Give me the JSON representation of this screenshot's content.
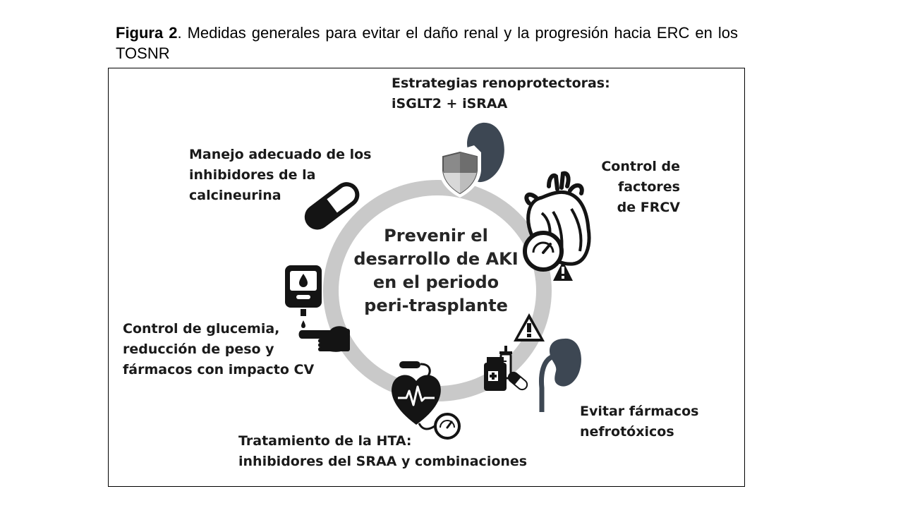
{
  "caption": {
    "figure": "Figura 2",
    "text": ". Medidas generales para evitar el daño renal y la progresión hacia ERC en los TOSNR"
  },
  "center": {
    "lines": [
      "Prevenir el",
      "desarrollo de AKI",
      "en el periodo",
      "peri-trasplante"
    ]
  },
  "labels": {
    "renoprotective": [
      "Estrategias renoprotectoras:",
      "iSGLT2 + iSRAA"
    ],
    "calcineurin": [
      "Manejo adecuado de los",
      "inhibidores de la",
      "calcineurina"
    ],
    "cv_risk": [
      "Control de",
      "factores",
      "de FRCV"
    ],
    "glucose": [
      "Control de glucemia,",
      "reducción de peso y",
      "fármacos con impacto CV"
    ],
    "nephrotoxic": [
      "Evitar fármacos",
      "nefrotóxicos"
    ],
    "hta": [
      "Tratamiento de la HTA:",
      "inhibidores del SRAA y combinaciones"
    ]
  },
  "icons": [
    "kidney-shield-icon",
    "capsule-icon",
    "heart-gauge-warning-icon",
    "glucometer-hand-icon",
    "heart-blood-pressure-icon",
    "drugs-warning-kidney-icon"
  ],
  "colors": {
    "ring": "#c9c9c9",
    "icon_dark": "#141414",
    "icon_gray": "#3d4753"
  }
}
